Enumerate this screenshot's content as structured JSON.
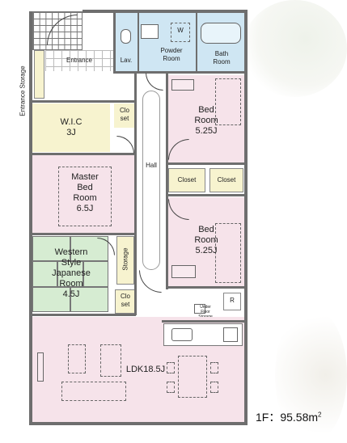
{
  "rooms": {
    "entrance": "Entrance",
    "entrance_storage": "Entrance Storage",
    "lav": "Lav.",
    "powder_room": [
      "Powder",
      "Room"
    ],
    "bath_room": [
      "Bath",
      "Room"
    ],
    "wic": [
      "W.I.C",
      "3J"
    ],
    "closet_top": [
      "Clo",
      "set"
    ],
    "bed_room_1": [
      "Bed",
      "Room",
      "5.25J"
    ],
    "hall": "Hall",
    "closet_a": "Closet",
    "closet_b": "Closet",
    "master_bed": [
      "Master",
      "Bed",
      "Room",
      "6.5J"
    ],
    "bed_room_2": [
      "Bed",
      "Room",
      "5.25J"
    ],
    "western_japanese": [
      "Western",
      "Style",
      "Japanese",
      "Room",
      "4.5J"
    ],
    "storage": "Storage",
    "closet_bottom": [
      "Clo",
      "set"
    ],
    "under_floor": [
      "Under",
      "Floor",
      "Storage"
    ],
    "ldk": "LDK18.5J"
  },
  "area": {
    "label": "1F：95.58m",
    "superscript": "2"
  },
  "colors": {
    "pink": "#f6e3ea",
    "yellow": "#f7f3cf",
    "green": "#d6ecd2",
    "blue": "#cfe6f3",
    "white": "#ffffff",
    "wall": "#6e6e6e"
  }
}
